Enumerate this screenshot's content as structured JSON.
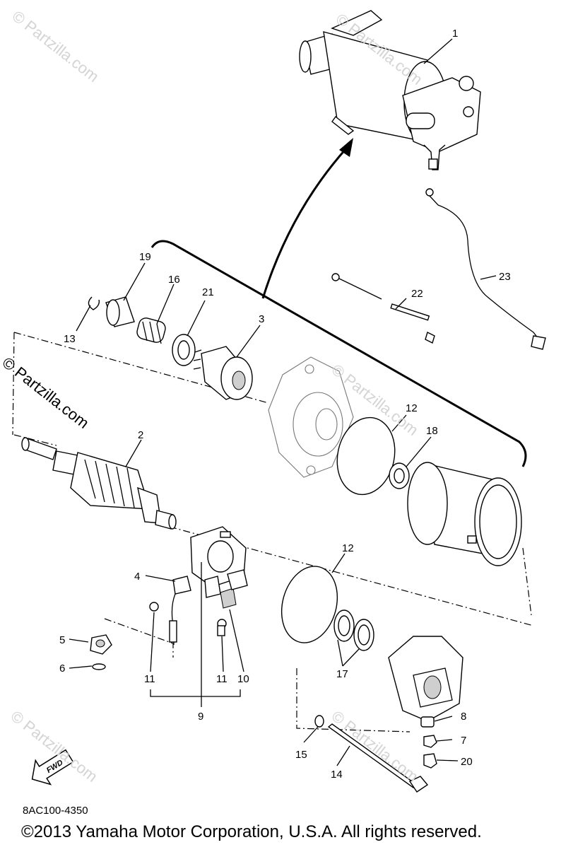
{
  "watermark_text": "© Partzilla.com",
  "watermark_main": "© Partzilla.com",
  "callouts": {
    "c1": "1",
    "c2": "2",
    "c3": "3",
    "c4": "4",
    "c5": "5",
    "c6": "6",
    "c7": "7",
    "c8": "8",
    "c9": "9",
    "c10": "10",
    "c11a": "11",
    "c11b": "11",
    "c12a": "12",
    "c12b": "12",
    "c13": "13",
    "c14": "14",
    "c15": "15",
    "c16": "16",
    "c17": "17",
    "c18": "18",
    "c19": "19",
    "c20": "20",
    "c21": "21",
    "c22": "22",
    "c23": "23"
  },
  "fwd_label": "FWD",
  "diagram_code": "8AC100-4350",
  "copyright": "©2013 Yamaha Motor Corporation, U.S.A. All rights reserved."
}
